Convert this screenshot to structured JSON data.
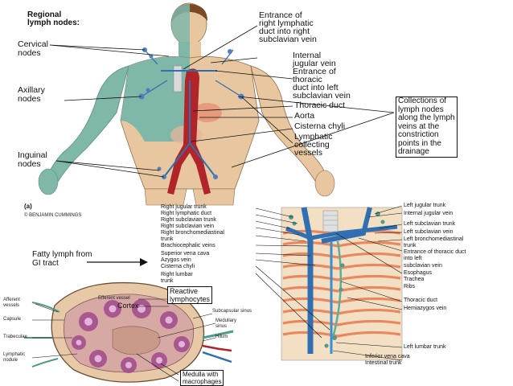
{
  "top_figure": {
    "heading": "Regional\nlymph nodes:",
    "left_labels": {
      "cervical": "Cervical\nnodes",
      "axillary": "Axillary\nnodes",
      "inguinal": "Inguinal\nnodes"
    },
    "right_labels": {
      "right_duct_entrance": "Entrance of\nright lymphatic\nduct into right\nsubclavian vein",
      "internal_jugular": "Internal\njugular vein",
      "thoracic_entrance": "Entrance of\nthoracic\nduct into left\nsubclavian vein",
      "thoracic_duct": "Thoracic duct",
      "aorta": "Aorta",
      "cisterna": "Cisterna chyli",
      "collecting": "Lymphatic\ncollecting\nvessels"
    },
    "collections_box": "Collections of\nlymph nodes\nalong the lymph\nveins at the\nconstriction\npoints in the\ndrainage",
    "panel_letter": "(a)",
    "credit": "© BENJAMIN CUMMINGS"
  },
  "middle_figure": {
    "left_labels": [
      "Right jugular trunk",
      "Right lymphatic duct",
      "Right subclavian trunk",
      "Right subclavian vein",
      "Right bronchomediastinal\ntrunk",
      "Brachiocephalic veins",
      "Superior vena cava",
      "Azygos vein",
      "Cisterna chyli",
      "Right lumbar\ntrunk"
    ],
    "right_labels": [
      "Left jugular trunk",
      "Internal jugular vein",
      "Left subclavian trunk",
      "Left subclavian vein",
      "Left bronchomediastinal\ntrunk",
      "Entrance of thoracic duct\ninto left\nsubclavian vein",
      "Esophagus\nTrachea\nRibs",
      "Thoracic duct",
      "Hemiazygos vein",
      "Left lumbar trunk",
      "Inferior vena cava\nIntestinal trunk"
    ],
    "fatty_lymph": "Fatty lymph from\nGI tract"
  },
  "node_figure": {
    "reactive_box": "Reactive\nlymphocytes",
    "efferent": "Efferent vessel",
    "cortex": "Cortex",
    "macrophages": "Medulla with\nmacrophages",
    "small_left": [
      "Afferent\nvessels",
      "Capsule",
      "Trabeculae",
      "Lymphatic\nnodule"
    ],
    "small_right": [
      "Subcapsular sinus",
      "Medullary\nsinus",
      "Hilum"
    ]
  },
  "colors": {
    "lymph_green": "#4f9a88",
    "body_skin": "#e8c7a0",
    "aorta_red": "#b0242a",
    "vessel_blue": "#2f6fb2",
    "rib_orange": "#e9875f",
    "node_purple": "#a04a8a"
  }
}
